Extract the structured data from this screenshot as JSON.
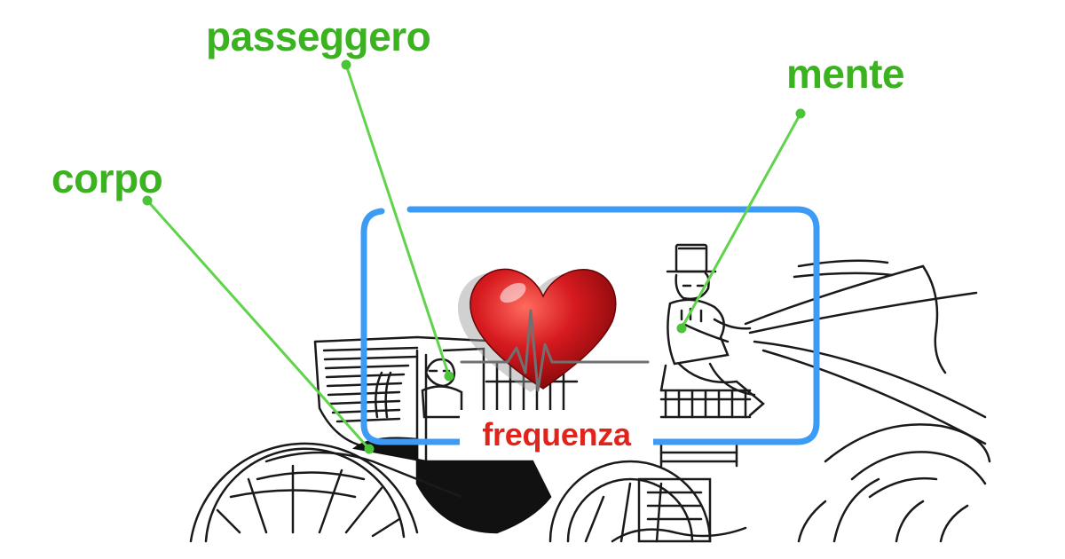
{
  "labels": {
    "passeggero": "passeggero",
    "mente": "mente",
    "corpo": "corpo",
    "frequenza": "frequenza"
  },
  "colors": {
    "label_green": "#3bb21f",
    "leader_green": "#5fd34a",
    "frame_blue": "#3b9bf5",
    "frequency_red": "#e0241c",
    "heart_red": "#c8141c",
    "ink": "#1a1a1a"
  },
  "icons": {
    "heart": "heart-icon",
    "pulse": "heartbeat-pulse-icon"
  }
}
